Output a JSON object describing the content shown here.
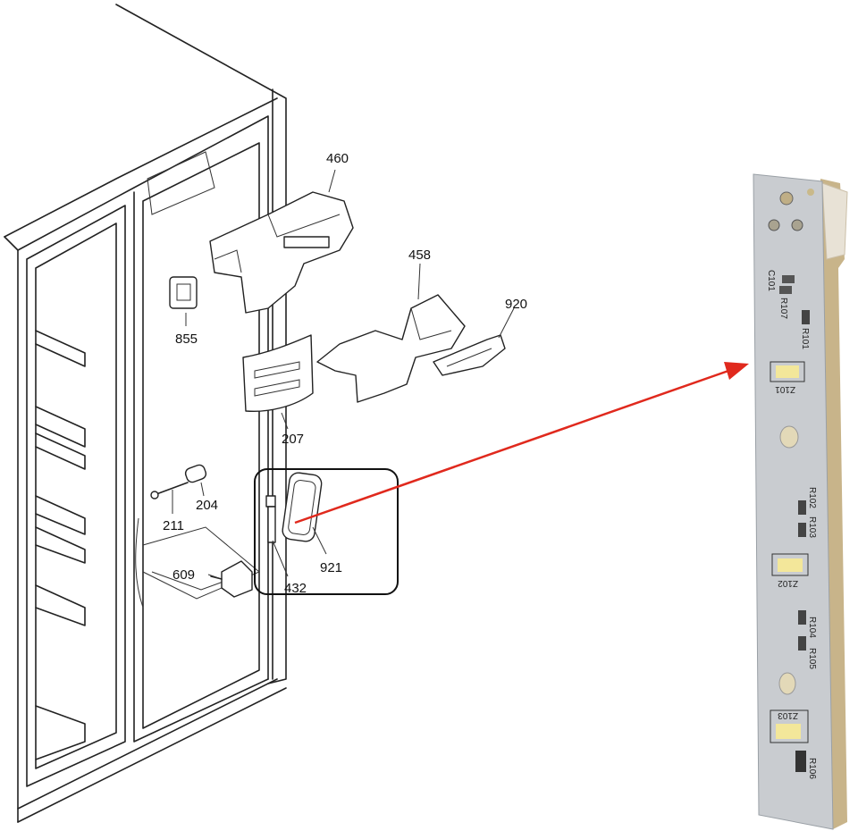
{
  "diagram": {
    "part_labels": {
      "p460": "460",
      "p458": "458",
      "p920": "920",
      "p855": "855",
      "p207": "207",
      "p211": "211",
      "p204": "204",
      "p609": "609",
      "p432": "432",
      "p921": "921"
    },
    "board_labels": {
      "c101": "C101",
      "r107": "R107",
      "r101": "R101",
      "z101": "Z101",
      "r102": "R102",
      "r103": "R103",
      "z102": "Z102",
      "r104": "R104",
      "r105": "R105",
      "z103": "Z103",
      "r106": "R106"
    },
    "colors": {
      "arrow": "#e0291d",
      "board": "#c9ccd0",
      "board_edge": "#c8b48a",
      "led": "#f3e79a"
    }
  }
}
